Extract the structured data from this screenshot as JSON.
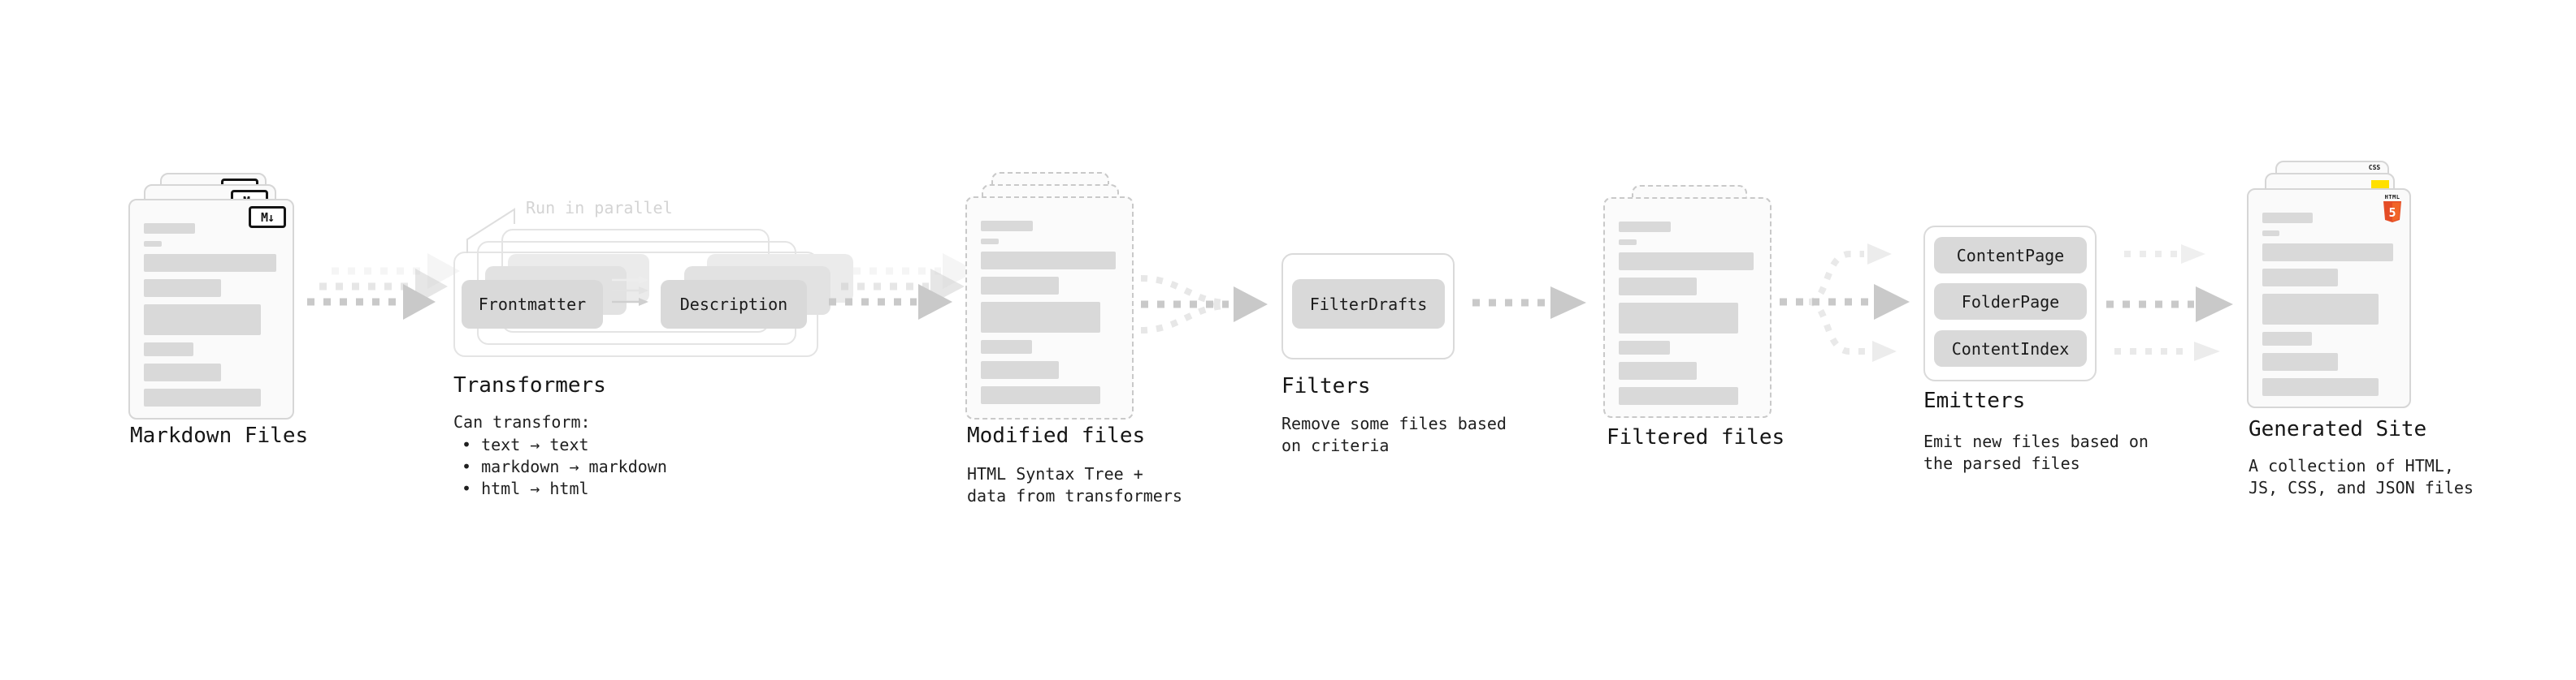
{
  "badges": {
    "markdown": "M↓",
    "html_word": "HTML",
    "html_five": "5",
    "css_word": "CSS"
  },
  "stages": {
    "markdown": {
      "label": "Markdown Files"
    },
    "transformers": {
      "label": "Transformers",
      "annotation": "Run in parallel",
      "plugins": [
        "Frontmatter",
        "Description"
      ],
      "desc_title": "Can transform:",
      "bullets": [
        "• text → text",
        "• markdown → markdown",
        "• html → html"
      ]
    },
    "modified": {
      "label": "Modified files",
      "desc": "HTML Syntax Tree +\ndata from transformers"
    },
    "filters": {
      "label": "Filters",
      "plugins": [
        "FilterDrafts"
      ],
      "desc": "Remove some files based\non criteria"
    },
    "filtered": {
      "label": "Filtered files"
    },
    "emitters": {
      "label": "Emitters",
      "plugins": [
        "ContentPage",
        "FolderPage",
        "ContentIndex"
      ],
      "desc": "Emit new files based on\nthe parsed files"
    },
    "generated": {
      "label": "Generated Site",
      "desc": "A collection of HTML,\nJS, CSS, and JSON files"
    }
  },
  "colors": {
    "arrow_main": "#c9c9c9",
    "arrow_light": "#e9e9e9",
    "arrow_ghost": "#f1f1f1",
    "card_border": "#d6d6d6",
    "card_bg": "#fafafa",
    "placeholder_bar": "#d9d9d9",
    "plugin_bg": "#d9d9d9",
    "text": "#1f1f1f",
    "annotation": "#d4d4d4",
    "html5_orange": "#e44d26",
    "html5_orange_light": "#f16529",
    "js_yellow": "#ffe000",
    "css_blue": "#2b6bf3"
  }
}
